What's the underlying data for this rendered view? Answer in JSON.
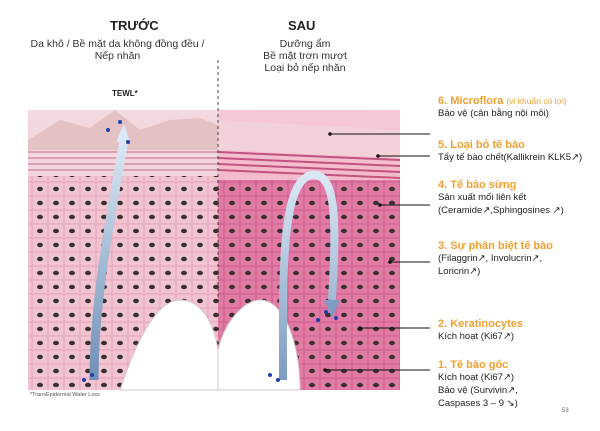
{
  "before": {
    "title": "TRƯỚC",
    "line1": "Da khô / Bề mặt da không đồng đều /",
    "line2": "Nếp nhăn",
    "tewl": "TEWL*"
  },
  "after": {
    "title": "SAU",
    "line1": "Dưỡng ẩm",
    "line2": "Bề mặt trơn mượt",
    "line3": "Loại bỏ nếp nhăn"
  },
  "labels": [
    {
      "title": "6. Microflora",
      "title_small": "(vi khuẩn có lợi)",
      "lines": [
        "Bảo vệ (cân bằng nội môi)"
      ]
    },
    {
      "title": "5. Loại bỏ tế bào",
      "lines": [
        "Tẩy tế bào chết(Kallikrein KLK5↗)"
      ]
    },
    {
      "title": "4. Tế bào sừng",
      "lines": [
        "Sản xuất mối liên kết",
        "(Ceramide↗,Sphingosines ↗)"
      ]
    },
    {
      "title": "3. Sự phân biệt tế bào",
      "lines": [
        "(Filaggrin↗, Involucrin↗,",
        "Loricrin↗)"
      ]
    },
    {
      "title": "2. Keratinocytes",
      "lines": [
        "Kích hoạt (Ki67↗)"
      ]
    },
    {
      "title": "1. Tế bào gốc",
      "lines": [
        "Kích hoạt (Ki67↗)",
        "Bảo vệ   (Survivin↗,",
        "Caspases 3 – 9 ↘)"
      ]
    }
  ],
  "footnote": "*TransEpidermal Water Loss",
  "page_number": "53",
  "colors": {
    "label_orange": "#f0a030",
    "arrow_blue": "#a9c6e6",
    "cell_pink": "#e58cb0",
    "nucleus": "#3a2f2f"
  }
}
